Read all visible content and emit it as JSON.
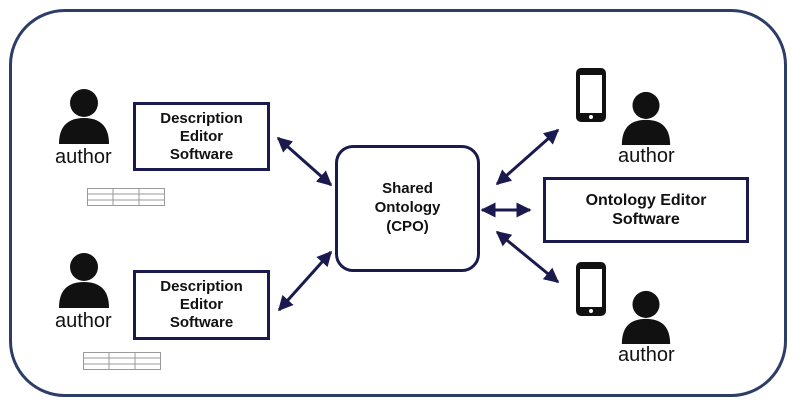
{
  "colors": {
    "frame": "#2c3e66",
    "box_border": "#1a1a4e",
    "arrow": "#1a1a4e",
    "icon": "#111111",
    "text": "#111111"
  },
  "nodes": {
    "center": {
      "label": "Shared\nOntology\n(CPO)"
    },
    "editor_top": {
      "label": "Description\nEditor\nSoftware"
    },
    "editor_bottom": {
      "label": "Description\nEditor\nSoftware"
    },
    "ontology_editor": {
      "label": "Ontology Editor\nSoftware"
    }
  },
  "actors": {
    "author_top_left": {
      "label": "author",
      "icon": "person-icon"
    },
    "author_bottom_left": {
      "label": "author",
      "icon": "person-icon"
    },
    "author_top_right": {
      "label": "author",
      "icon": "person-icon"
    },
    "author_bottom_right": {
      "label": "author",
      "icon": "person-icon"
    }
  },
  "decorations": {
    "phones": [
      "smartphone-icon",
      "smartphone-icon"
    ],
    "tables": [
      "table-icon",
      "table-icon"
    ]
  },
  "edges": [
    {
      "from": "editor_top",
      "to": "center",
      "style": "double-arrow"
    },
    {
      "from": "editor_bottom",
      "to": "center",
      "style": "double-arrow"
    },
    {
      "from": "center",
      "to": "author_top_right",
      "style": "double-arrow"
    },
    {
      "from": "center",
      "to": "ontology_editor",
      "style": "double-arrow"
    },
    {
      "from": "center",
      "to": "author_bottom_right",
      "style": "double-arrow"
    }
  ]
}
